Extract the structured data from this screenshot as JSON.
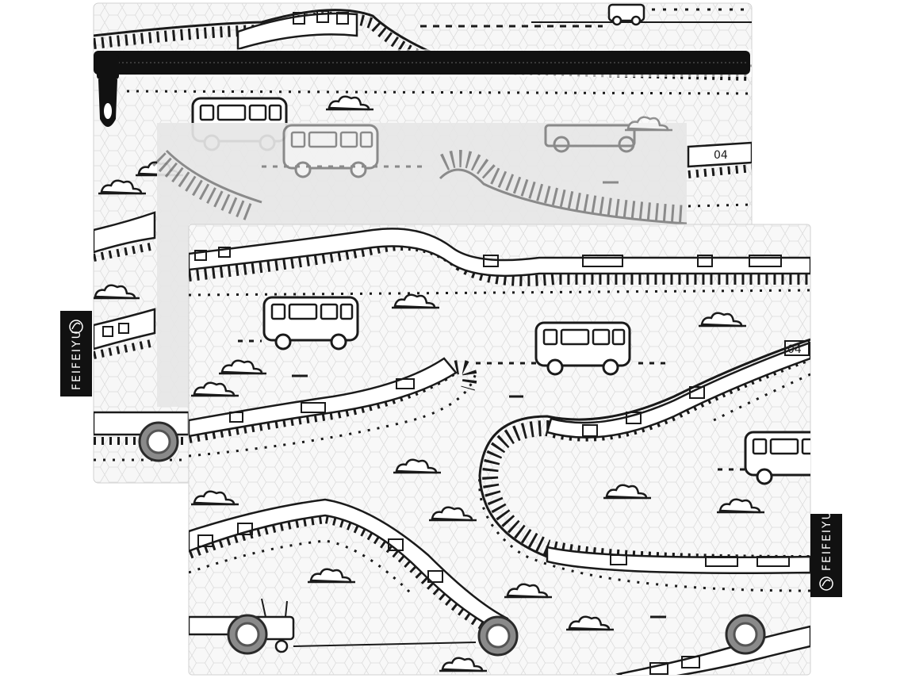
{
  "pouches": [
    {
      "id": "back-pouch",
      "tag_label": "FEIFEIYU"
    },
    {
      "id": "front-pouch",
      "tag_label": "FEIFEIYU"
    }
  ],
  "tag_logo_icon": "leaf-circle-icon",
  "zipper_icon": "zipper-pull-icon",
  "grommet_icon": "metal-grommet-icon",
  "colors": {
    "pouch_fill": "#f7f7f7",
    "line_art": "#1a1a1a",
    "window": "#e6e6e6",
    "tag": "#111111",
    "grommet": "#7a7a7a"
  }
}
